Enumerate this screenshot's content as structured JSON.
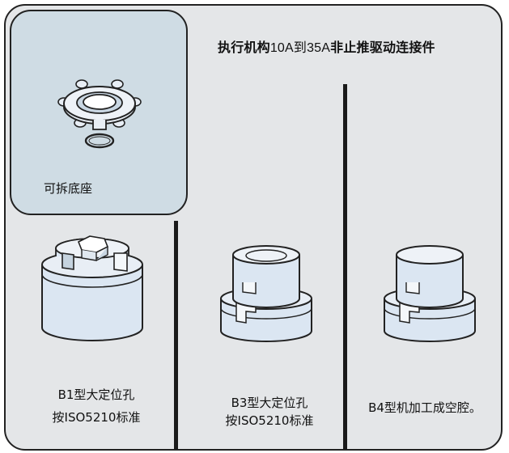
{
  "header": {
    "title_prefix": "执行机构",
    "title_range": "10A到35A",
    "title_suffix": "非止推驱动连接件"
  },
  "removable_base": {
    "label": "可拆底座",
    "icon": "base-flange-with-o-ring-icon"
  },
  "parts": [
    {
      "id": "b1",
      "label_line1": "B1型大定位孔",
      "label_line2": "按ISO5210标准",
      "icon": "b1-coupling-icon"
    },
    {
      "id": "b3",
      "label_line1": "B3型大定位孔",
      "label_line2": "按ISO5210标准",
      "icon": "b3-coupling-icon"
    },
    {
      "id": "b4",
      "label_line1": "B4型机加工成空腔。",
      "icon": "b4-coupling-icon"
    }
  ],
  "colors": {
    "panel_background": "#e4e6e8",
    "callout_background": "#cfdce4",
    "part_fill": "#dbe6f2",
    "outline": "#222222"
  }
}
